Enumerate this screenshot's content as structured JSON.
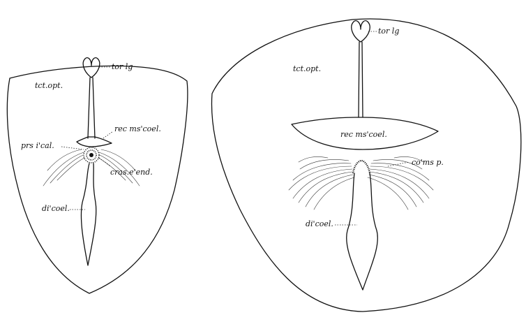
{
  "left_section": {
    "labels": {
      "tctopt": "tct.opt.",
      "torlg": "tor lg",
      "recmscoel": "rec ms'coel.",
      "prsical": "prs i'cal.",
      "crasend": "cras.e'end.",
      "dicoel": "di'coel."
    }
  },
  "right_section": {
    "labels": {
      "tctopt": "tct.opt.",
      "torlg": "tor lg",
      "recmscoel": "rec ms'coel.",
      "comsp": "co'ms p.",
      "dicoel": "di'coel."
    }
  },
  "colors": {
    "ink": "#111111",
    "background": "#ffffff"
  }
}
